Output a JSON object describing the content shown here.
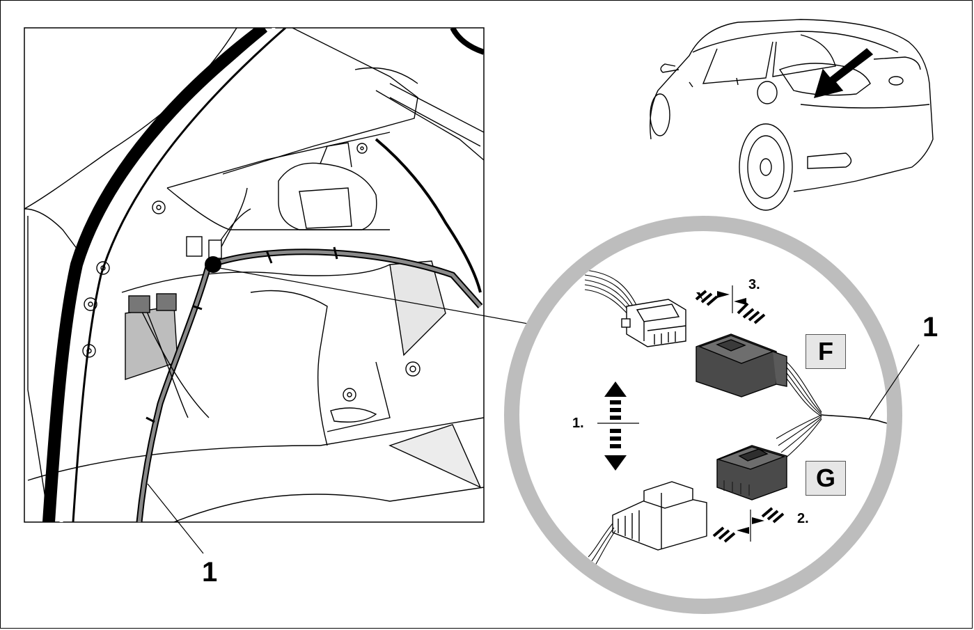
{
  "callouts": {
    "harness_left": "1",
    "harness_right": "1"
  },
  "steps": {
    "step1": "1.",
    "step2": "2.",
    "step3": "3."
  },
  "connectors": {
    "f_label": "F",
    "g_label": "G"
  },
  "colors": {
    "line": "#000000",
    "detail_ring": "#bdbdbd",
    "box_fill": "#e6e6e6",
    "connector_dark": "#4a4a4a",
    "shade": "#d9d9d9"
  }
}
